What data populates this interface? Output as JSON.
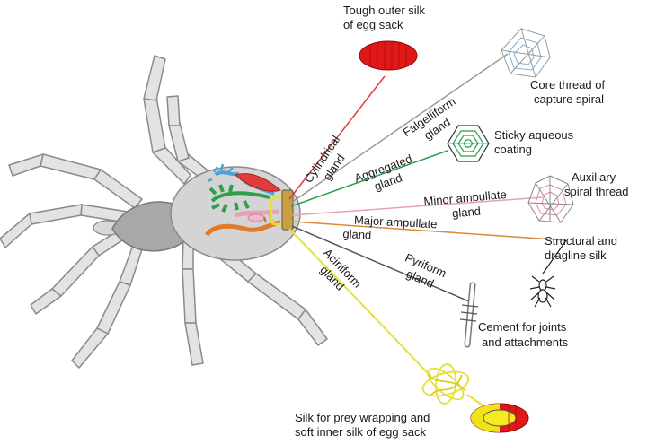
{
  "diagram": {
    "glands": [
      {
        "id": "cylindrical",
        "line1": "Cylindrical",
        "line2": "gland",
        "color": "#e23b3b"
      },
      {
        "id": "flagelliform",
        "line1": "Falgelliform",
        "line2": "gland",
        "color": "#8c8c8c"
      },
      {
        "id": "aggregated",
        "line1": "Aggregated",
        "line2": "gland",
        "color": "#2f9e4f"
      },
      {
        "id": "minor",
        "line1": "Minor ampullate",
        "line2": "gland",
        "color": "#e8a0b4"
      },
      {
        "id": "major",
        "line1": "Major ampullate",
        "line2": "gland",
        "color": "#d98a3a"
      },
      {
        "id": "pyriform",
        "line1": "Pyriform",
        "line2": "gland",
        "color": "#555555"
      },
      {
        "id": "aciniform",
        "line1": "Aciniform",
        "line2": "gland",
        "color": "#e6df3a"
      }
    ],
    "products": [
      {
        "id": "egg-outer",
        "line1": "Tough outer silk",
        "line2": "of egg sack"
      },
      {
        "id": "capture-core",
        "line1": "Core thread of",
        "line2": "capture spiral"
      },
      {
        "id": "sticky",
        "line1": "Sticky aqueous",
        "line2": "coating"
      },
      {
        "id": "auxiliary",
        "line1": "Auxiliary",
        "line2": "spiral thread"
      },
      {
        "id": "dragline",
        "line1": "Structural and",
        "line2": "dragline silk"
      },
      {
        "id": "cement",
        "line1": "Cement for joints",
        "line2": "and attachments"
      },
      {
        "id": "prey",
        "line1": "Silk for prey wrapping and",
        "line2": "soft inner silk of egg sack"
      }
    ]
  }
}
